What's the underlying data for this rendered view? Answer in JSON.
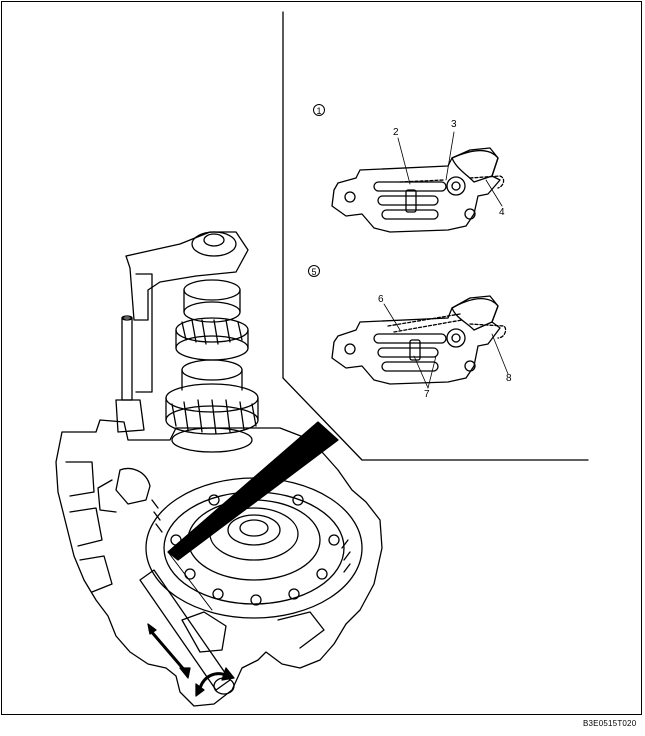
{
  "figure_code": "B3E0515T020",
  "callouts": {
    "c1": "1",
    "c2": "2",
    "c3": "3",
    "c4": "4",
    "c5": "5",
    "c6": "6",
    "c7": "7",
    "c8": "8"
  }
}
